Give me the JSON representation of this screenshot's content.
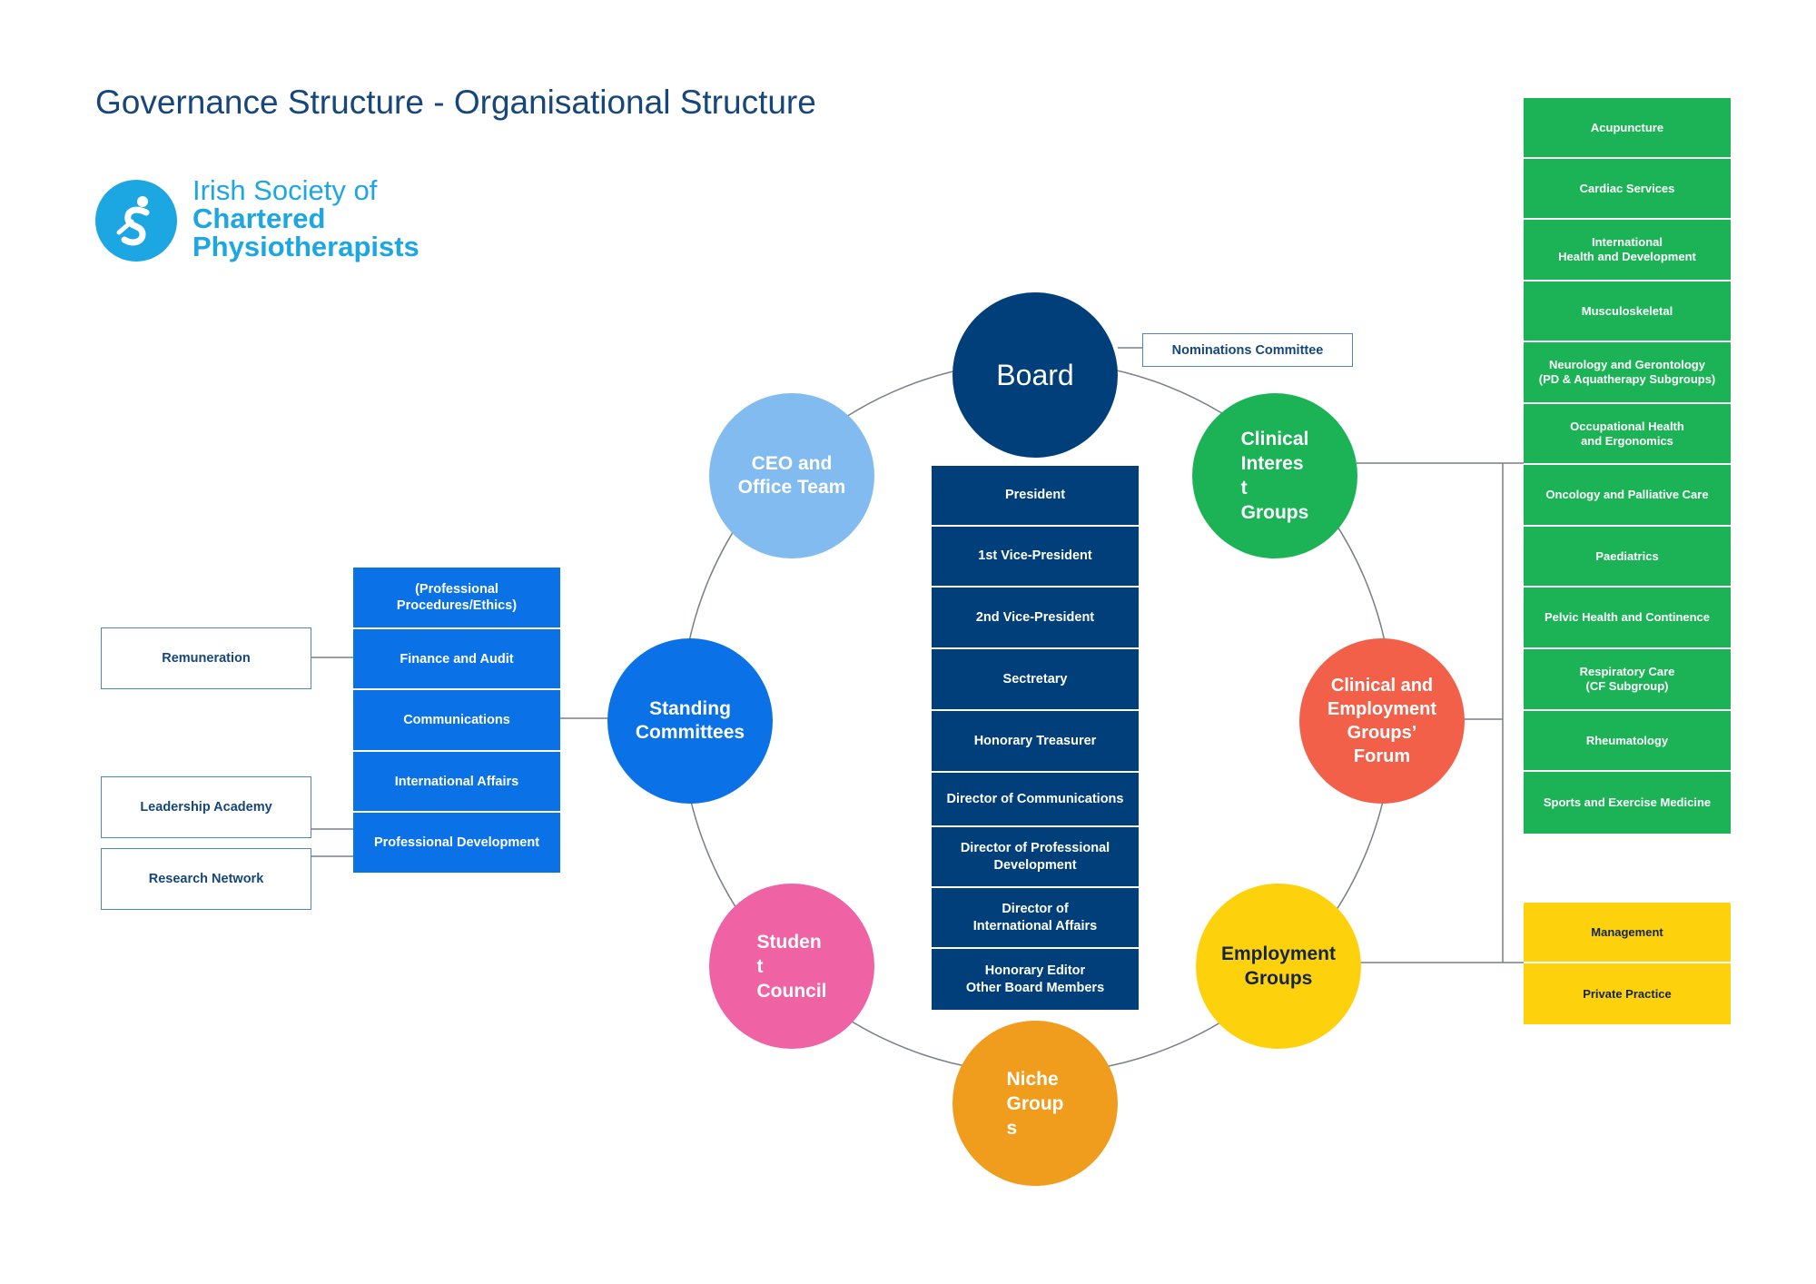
{
  "title": "Governance Structure - Organisational Structure",
  "logo": {
    "line1": "Irish Society of",
    "line2": "Chartered",
    "line3": "Physiotherapists",
    "color": "#1ca6e2"
  },
  "nodes": {
    "board": {
      "label": "Board",
      "color": "#003f79"
    },
    "ceo": {
      "label": "CEO and\nOffice Team",
      "color": "#82bbf0"
    },
    "cig": {
      "label": "Clinical\nInteres\nt\nGroups",
      "color": "#1cb357"
    },
    "standing": {
      "label": "Standing\nCommittees",
      "color": "#0a72e6"
    },
    "forum": {
      "label": "Clinical and\nEmployment\nGroups’\nForum",
      "color": "#f2604a"
    },
    "student": {
      "label": "Studen\nt\nCouncil",
      "color": "#ef63a4"
    },
    "employment": {
      "label": "Employment\nGroups",
      "color": "#fdd20d"
    },
    "niche": {
      "label": "Niche\nGroup\ns",
      "color": "#f09c1d"
    }
  },
  "nominations": "Nominations Committee",
  "board_roles": [
    "President",
    "1st Vice-President",
    "2nd Vice-President",
    "Sectretary",
    "Honorary Treasurer",
    "Director of Communications",
    "Director of Professional\nDevelopment",
    "Director of\nInternational Affairs",
    "Honorary Editor\nOther Board Members"
  ],
  "committees": [
    "(Professional\nProcedures/Ethics)",
    "Finance and Audit",
    "Communications",
    "International Affairs",
    "Professional Development"
  ],
  "subcommittees": {
    "remuneration": "Remuneration",
    "leadership": "Leadership Academy",
    "research": "Research Network"
  },
  "clinical_interest_groups": [
    "Acupuncture",
    "Cardiac Services",
    "International\nHealth and Development",
    "Musculoskeletal",
    "Neurology and Gerontology\n(PD & Aquatherapy Subgroups)",
    "Occupational Health\nand Ergonomics",
    "Oncology and Palliative Care",
    "Paediatrics",
    "Pelvic Health and Continence",
    "Respiratory Care\n(CF Subgroup)",
    "Rheumatology",
    "Sports and Exercise Medicine"
  ],
  "employment_groups": [
    "Management",
    "Private Practice"
  ]
}
